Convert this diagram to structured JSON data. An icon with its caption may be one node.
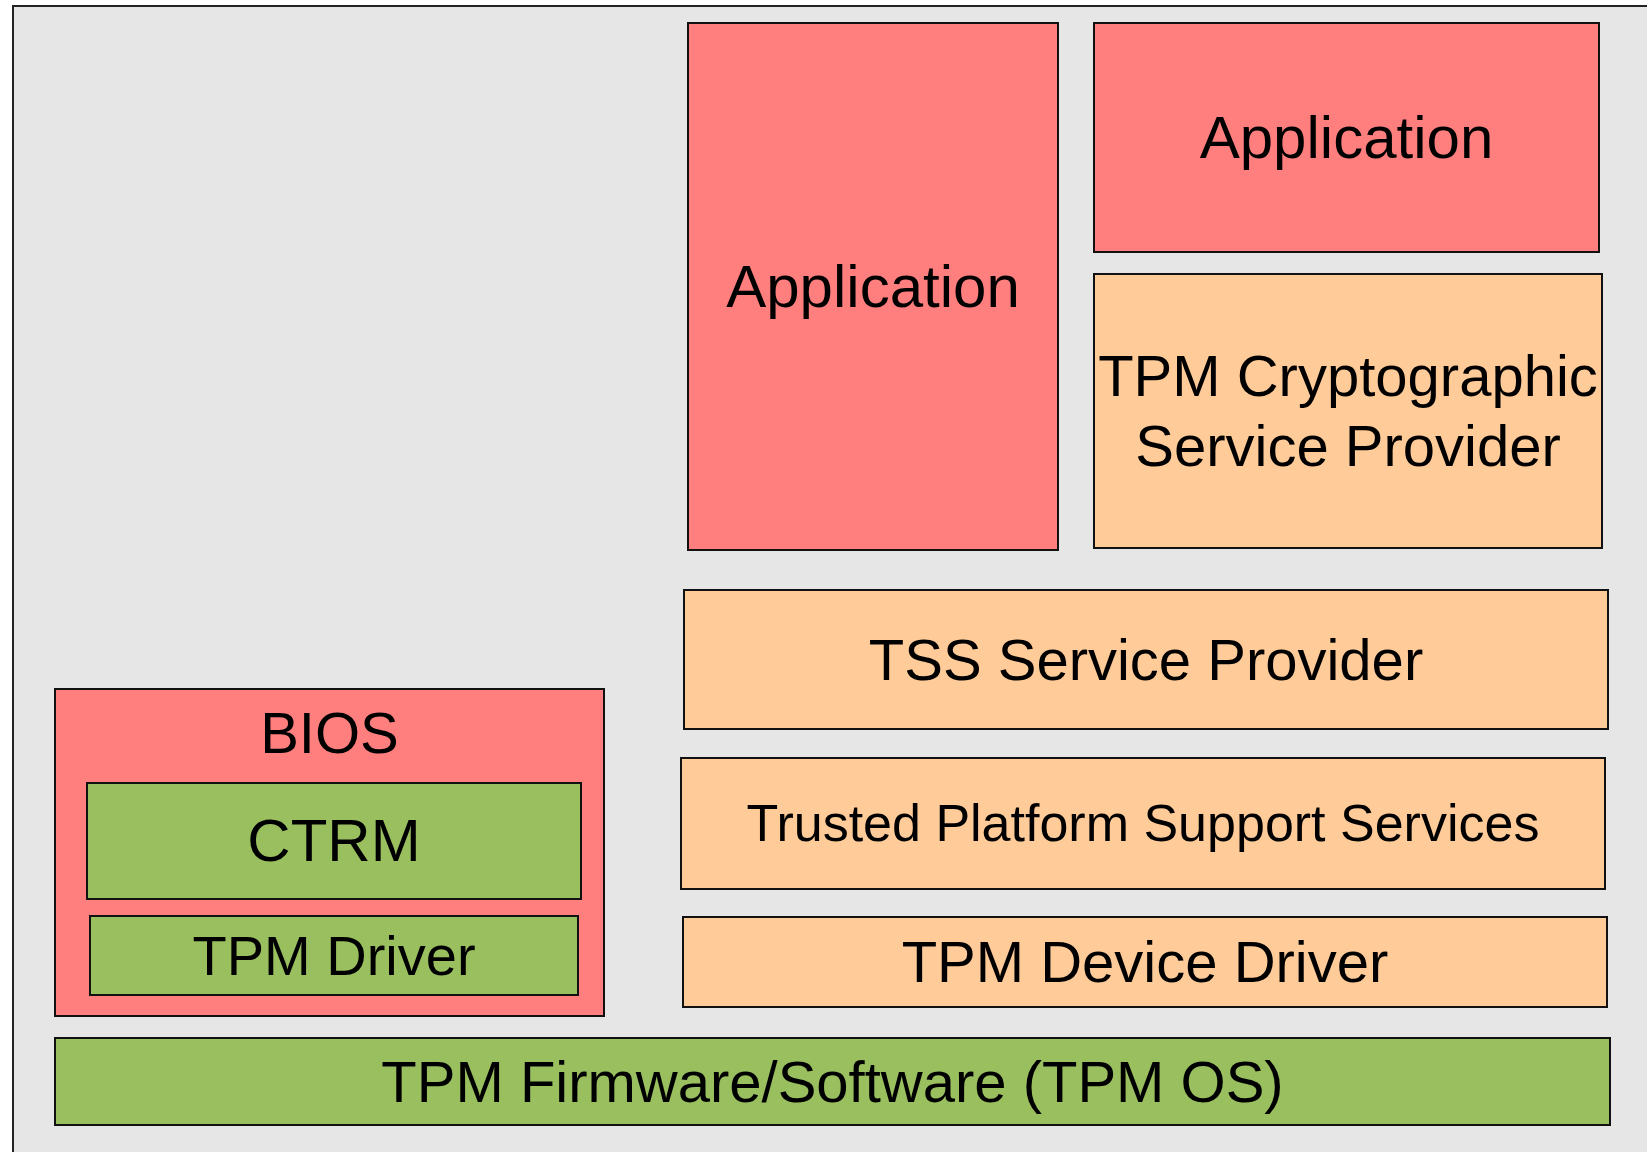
{
  "diagram": {
    "nodes": [
      {
        "text": [
          "Application"
        ]
      },
      {
        "text": [
          "Application"
        ]
      },
      {
        "text": [
          "TPM Cryptographic Service Provider"
        ]
      },
      {
        "text": [
          "TSS Service Provider"
        ]
      },
      {
        "text": [
          "BIOS"
        ]
      },
      {
        "text": [
          "CTRM"
        ],
        "in": 4
      },
      {
        "text": [
          "TPM Driver"
        ],
        "in": 4
      },
      {
        "text": [
          "Trusted Platform Support Services"
        ]
      },
      {
        "text": [
          "TPM Device Driver"
        ]
      },
      {
        "text": [
          "TPM Firmware/Software (TPM OS)"
        ]
      }
    ]
  }
}
